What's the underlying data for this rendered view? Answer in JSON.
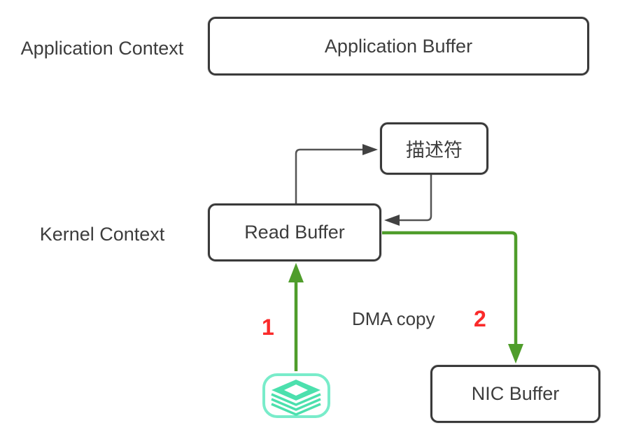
{
  "diagram": {
    "context_labels": {
      "application": "Application Context",
      "kernel": "Kernel Context"
    },
    "nodes": {
      "application_buffer": "Application Buffer",
      "descriptor": "描述符",
      "read_buffer": "Read Buffer",
      "nic_buffer": "NIC Buffer"
    },
    "annotations": {
      "dma_copy": "DMA copy",
      "step_1": "1",
      "step_2": "2"
    },
    "icons": {
      "disk": "layers-stack-icon"
    },
    "colors": {
      "background": "#ffffff",
      "box_border": "#3a3a3a",
      "text": "#3d3d3d",
      "arrow_gray": "#545454",
      "arrow_green": "#4f9d2b",
      "step_red": "#fa2a2a",
      "icon_fill": "#4ce0ad",
      "icon_outline": "#79ecca"
    }
  }
}
